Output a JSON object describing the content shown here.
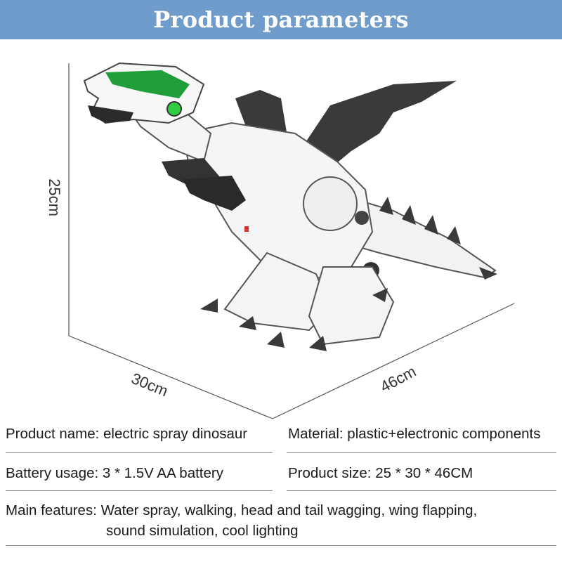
{
  "header": {
    "title": "Product parameters"
  },
  "dimensions": {
    "height": "25cm",
    "width": "30cm",
    "length": "46cm"
  },
  "specs": {
    "product_name": "Product name: electric spray dinosaur",
    "material": "Material: plastic+electronic components",
    "battery": "Battery usage: 3 * 1.5V AA battery",
    "size": "Product size:  25 * 30 * 46CM",
    "features_line1": "Main features: Water spray, walking, head and tail wagging, wing flapping,",
    "features_line2": "sound simulation, cool lighting"
  },
  "colors": {
    "header_bg": "#6f9ccb",
    "header_text": "#ffffff",
    "toy_white": "#f4f4f4",
    "toy_gray": "#4a4a4a",
    "eye_green": "#2ecc40"
  }
}
